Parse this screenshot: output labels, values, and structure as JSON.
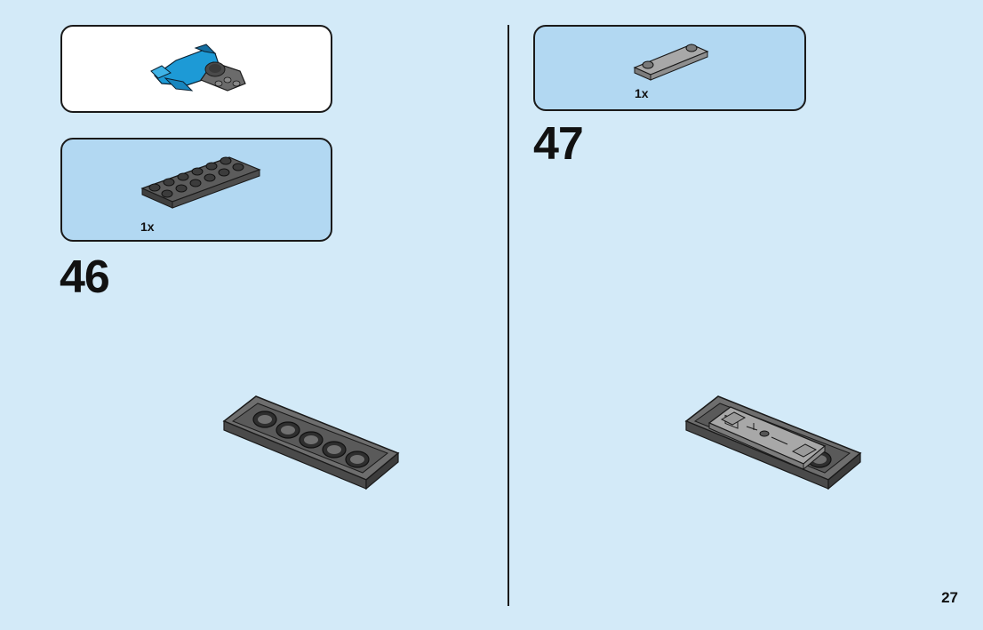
{
  "steps": [
    {
      "number": "46",
      "parts": [
        {
          "qty": "1x",
          "part": "dark-gray-2x6-plate"
        }
      ],
      "submodel_callout": "blue-jet-submodel"
    },
    {
      "number": "47",
      "parts": [
        {
          "qty": "1x",
          "part": "gray-1x4-tile-with-2-studs"
        }
      ]
    }
  ],
  "page": {
    "number": "27"
  },
  "colors": {
    "background": "#d3eaf8",
    "callout_blue": "#b2d8f2",
    "callout_white": "#ffffff",
    "brick_dark_gray": "#5c5c5c",
    "brick_light_gray": "#9c9c9c",
    "brick_blue": "#1d9ad6"
  }
}
